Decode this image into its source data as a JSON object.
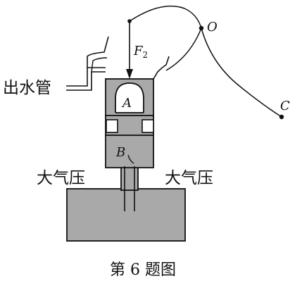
{
  "labels": {
    "outlet_pipe": "出水管",
    "piston_a": "A",
    "piston_b": "B",
    "point_o": "O",
    "point_c": "C",
    "force": "F",
    "force_sub": "2",
    "air_left": "大气压",
    "air_right": "大气压",
    "caption": "第 6 题图"
  },
  "colors": {
    "fill": "#a9a9a9",
    "stroke": "#111111",
    "background": "#ffffff"
  }
}
